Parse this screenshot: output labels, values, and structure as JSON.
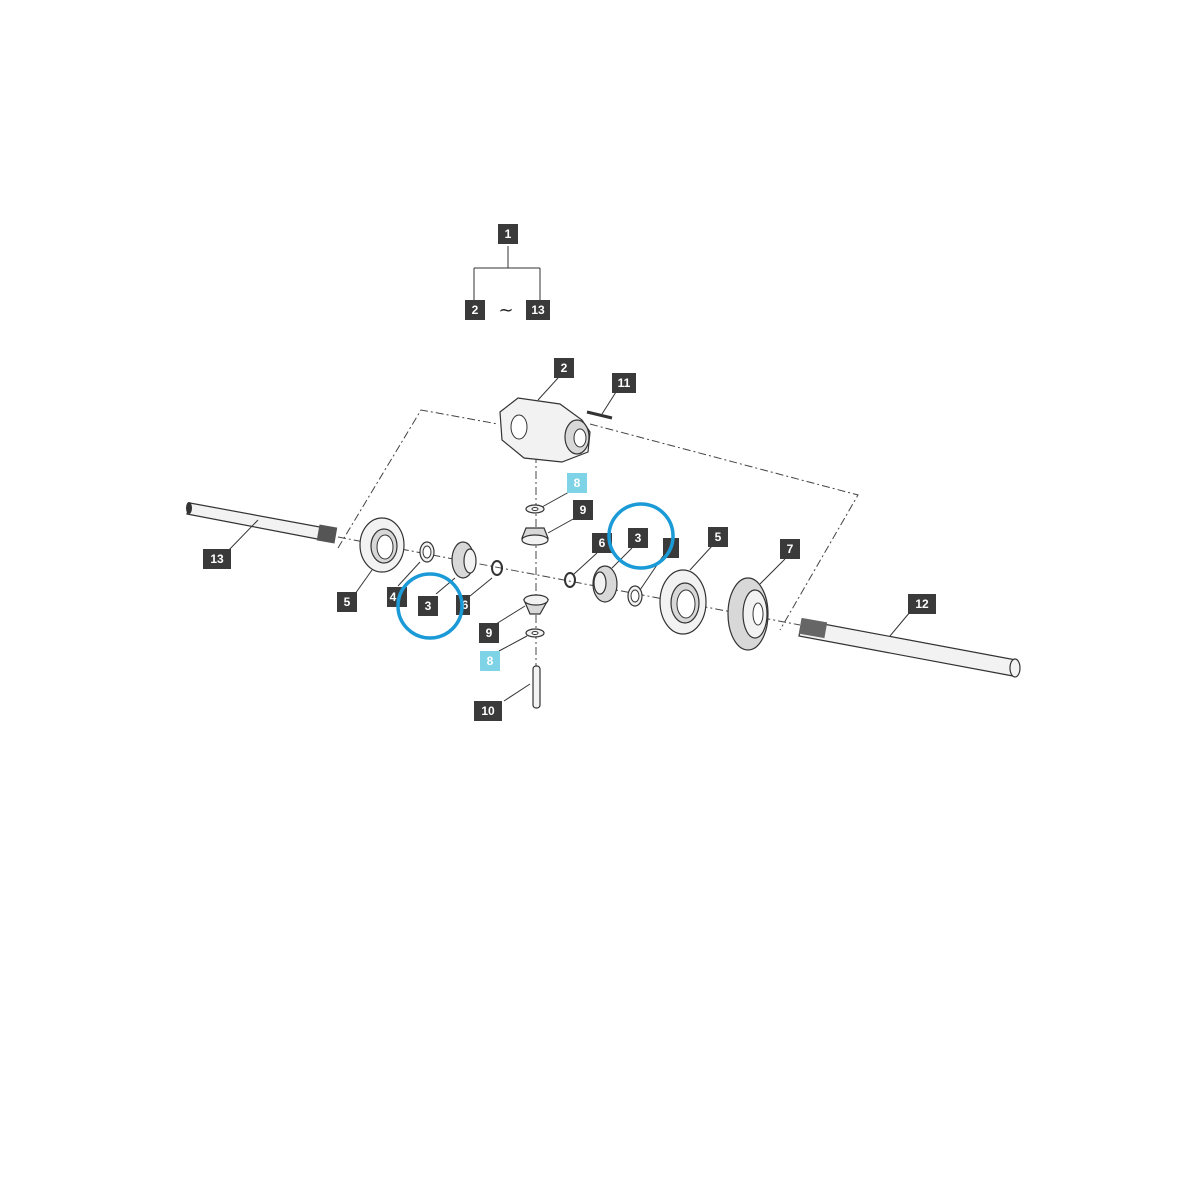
{
  "assembly": {
    "root_callout": "1",
    "range_start": "2",
    "range_sep": "~",
    "range_end": "13"
  },
  "callouts": [
    {
      "id": "c2",
      "label": "2",
      "style": "dark"
    },
    {
      "id": "c11",
      "label": "11",
      "style": "dark"
    },
    {
      "id": "c8a",
      "label": "8",
      "style": "highlight"
    },
    {
      "id": "c9a",
      "label": "9",
      "style": "dark"
    },
    {
      "id": "c6a",
      "label": "6",
      "style": "dark"
    },
    {
      "id": "c3a",
      "label": "3",
      "style": "dark"
    },
    {
      "id": "c4b",
      "label": "4",
      "style": "dark"
    },
    {
      "id": "c5b",
      "label": "5",
      "style": "dark"
    },
    {
      "id": "c7",
      "label": "7",
      "style": "dark"
    },
    {
      "id": "c12",
      "label": "12",
      "style": "dark"
    },
    {
      "id": "c13",
      "label": "13",
      "style": "dark"
    },
    {
      "id": "c5a",
      "label": "5",
      "style": "dark"
    },
    {
      "id": "c4a",
      "label": "4",
      "style": "dark"
    },
    {
      "id": "c3b",
      "label": "3",
      "style": "dark"
    },
    {
      "id": "c6b",
      "label": "6",
      "style": "dark"
    },
    {
      "id": "c9b",
      "label": "9",
      "style": "dark"
    },
    {
      "id": "c8b",
      "label": "8",
      "style": "highlight"
    },
    {
      "id": "c10",
      "label": "10",
      "style": "dark"
    }
  ],
  "colors": {
    "callout_bg": "#3a3a3a",
    "callout_highlight": "#7fd3e6",
    "highlight_ring": "#1a9ad6"
  }
}
